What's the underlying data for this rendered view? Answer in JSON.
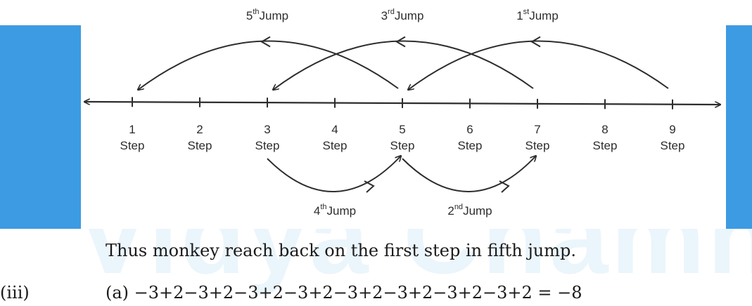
{
  "colors": {
    "band": "#3d9be3",
    "ink": "#2d2d2d",
    "watermark": "#3d9be3"
  },
  "watermark_text": "Vidya Chamn",
  "number_line": {
    "steps": [
      {
        "n": "1",
        "label": "Step"
      },
      {
        "n": "2",
        "label": "Step"
      },
      {
        "n": "3",
        "label": "Step"
      },
      {
        "n": "4",
        "label": "Step"
      },
      {
        "n": "5",
        "label": "Step"
      },
      {
        "n": "6",
        "label": "Step"
      },
      {
        "n": "7",
        "label": "Step"
      },
      {
        "n": "8",
        "label": "Step"
      },
      {
        "n": "9",
        "label": "Step"
      }
    ],
    "jumps": [
      {
        "num": "1",
        "sup": "st",
        "word": "Jump",
        "from": 9,
        "to": 5,
        "side": "top"
      },
      {
        "num": "2",
        "sup": "nd",
        "word": "Jump",
        "from": 5,
        "to": 7,
        "side": "bottom"
      },
      {
        "num": "3",
        "sup": "rd",
        "word": "Jump",
        "from": 7,
        "to": 3,
        "side": "top"
      },
      {
        "num": "4",
        "sup": "th",
        "word": "Jump",
        "from": 3,
        "to": 5,
        "side": "bottom"
      },
      {
        "num": "5",
        "sup": "th",
        "word": "Jump",
        "from": 5,
        "to": 1,
        "side": "top"
      }
    ]
  },
  "caption": "Thus monkey reach back on the first step in fifth jump.",
  "equation_label": "(iii)",
  "equation": "(a) −3+2−3+2−3+2−3+2−3+2−3+2−3+2−3+2 = −8"
}
